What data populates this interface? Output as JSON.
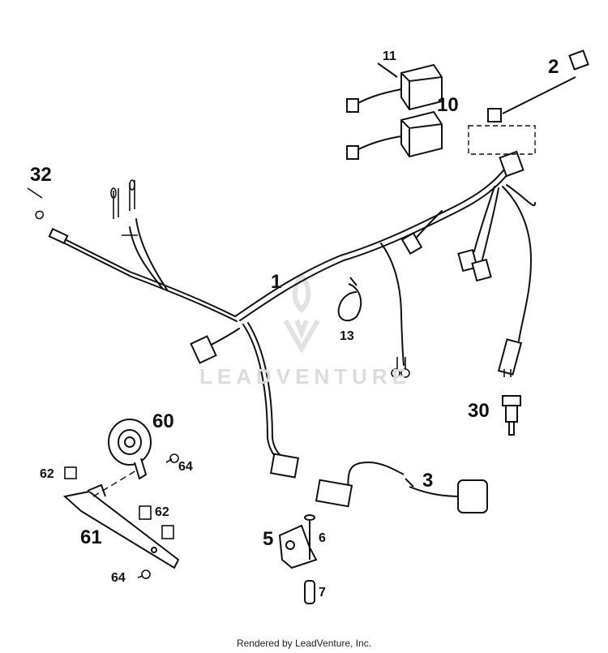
{
  "watermark": "LEADVENTURE",
  "footer": "Rendered by LeadVenture, Inc.",
  "callouts": {
    "c1": "1",
    "c2": "2",
    "c3": "3",
    "c5": "5",
    "c6": "6",
    "c7": "7",
    "c10": "10",
    "c11": "11",
    "c13": "13",
    "c30": "30",
    "c32": "32",
    "c60": "60",
    "c61": "61",
    "c62a": "62",
    "c62b": "62",
    "c64a": "64",
    "c64b": "64"
  }
}
